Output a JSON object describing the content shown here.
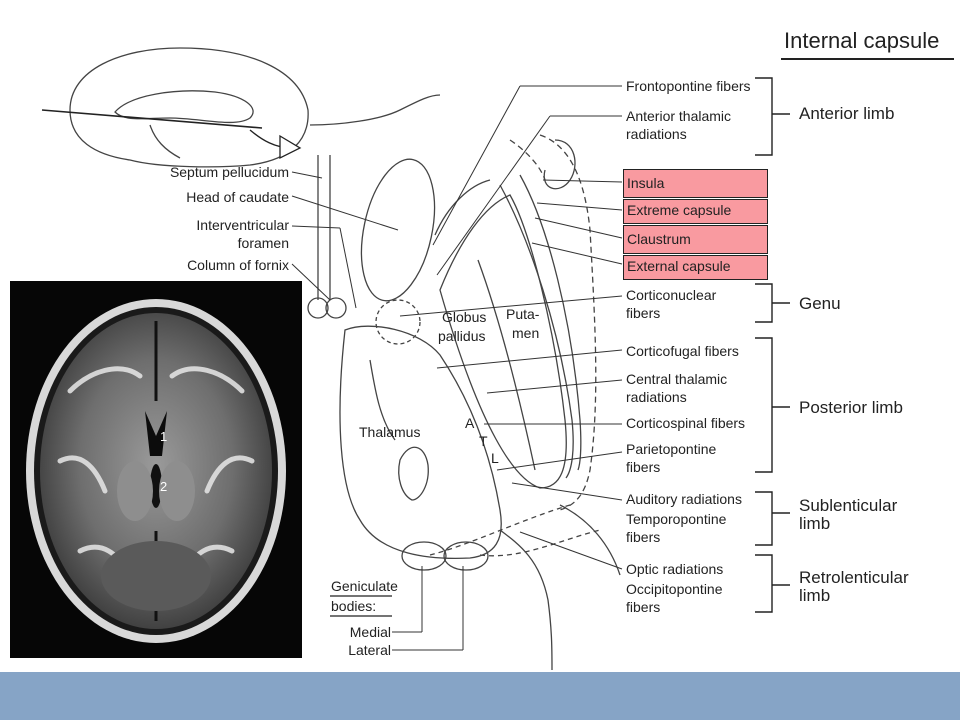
{
  "title": "Internal capsule",
  "highlight_color": "#f99aa0",
  "footer_color": "#86a4c6",
  "left_labels": {
    "septum": "Septum pellucidum",
    "caudate": "Head of caudate",
    "interventricular_1": "Interventricular",
    "interventricular_2": "foramen",
    "fornix": "Column of fornix"
  },
  "inner_labels": {
    "globus_1": "Globus",
    "globus_2": "pallidus",
    "putamen_1": "Puta-",
    "putamen_2": "men",
    "thalamus": "Thalamus",
    "a": "A",
    "t": "T",
    "l": "L"
  },
  "geniculate": {
    "heading_1": "Geniculate",
    "heading_2": "bodies:",
    "medial": "Medial",
    "lateral": "Lateral"
  },
  "right_labels": {
    "frontopontine": "Frontopontine fibers",
    "ant_thal_1": "Anterior thalamic",
    "ant_thal_2": "radiations",
    "corticonuclear_1": "Corticonuclear",
    "corticonuclear_2": "fibers",
    "corticofugal": "Corticofugal fibers",
    "central_thal_1": "Central thalamic",
    "central_thal_2": "radiations",
    "corticospinal": "Corticospinal fibers",
    "parietopontine_1": "Parietopontine",
    "parietopontine_2": "fibers",
    "auditory": "Auditory radiations",
    "temporopontine_1": "Temporopontine",
    "temporopontine_2": "fibers",
    "optic": "Optic radiations",
    "occipitopontine_1": "Occipitopontine",
    "occipitopontine_2": "fibers"
  },
  "highlighted": {
    "insula": "Insula",
    "extreme": "Extreme capsule",
    "claustrum": "Claustrum",
    "external": "External capsule"
  },
  "groups": {
    "anterior": "Anterior limb",
    "genu": "Genu",
    "posterior": "Posterior limb",
    "sublenticular_1": "Sublenticular",
    "sublenticular_2": "limb",
    "retrolenticular_1": "Retrolenticular",
    "retrolenticular_2": "limb"
  },
  "mri": {
    "marker_1": "1",
    "marker_2": "2"
  }
}
